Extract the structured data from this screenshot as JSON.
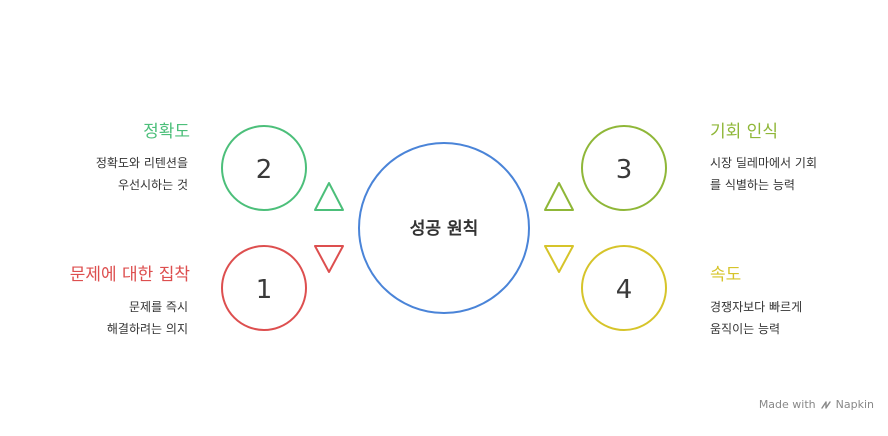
{
  "center": {
    "label": "성공 원칙"
  },
  "nodes": [
    {
      "number": "2",
      "title": "정확도",
      "description": "정확도와 리텐션을\n우선시하는 것",
      "color": "#4cbf7a"
    },
    {
      "number": "1",
      "title": "문제에 대한 집착",
      "description": "문제를 즉시\n해결하려는 의지",
      "color": "#dd4f4f"
    },
    {
      "number": "3",
      "title": "기회 인식",
      "description": "시장 딜레마에서 기회\n를 식별하는 능력",
      "color": "#8fb738"
    },
    {
      "number": "4",
      "title": "속도",
      "description": "경쟁자보다 빠르게\n움직이는 능력",
      "color": "#d6c42a"
    }
  ],
  "center_color": "#4a84d8",
  "footer": {
    "made_with": "Made with",
    "brand": "Napkin",
    "brand_icon": "napkin-logo-icon"
  }
}
